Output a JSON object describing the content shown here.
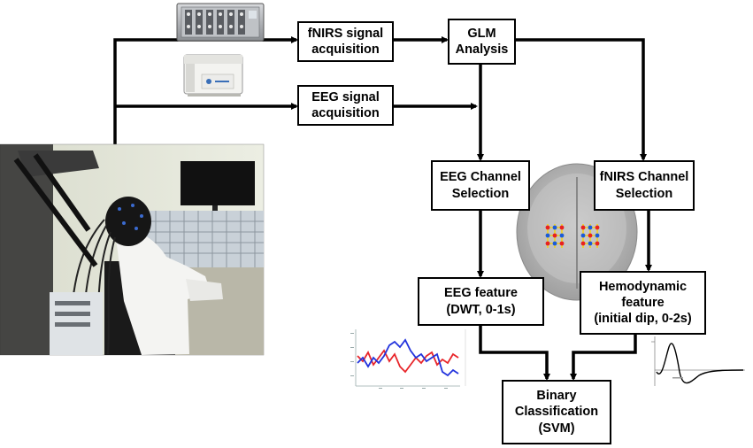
{
  "boxes": {
    "fnirs_acq": "fNIRS signal\nacquisition",
    "glm": "GLM\nAnalysis",
    "eeg_acq": "EEG signal\nacquisition",
    "eeg_channel": "EEG Channel\nSelection",
    "fnirs_channel": "fNIRS Channel\nSelection",
    "eeg_feature": "EEG feature\n(DWT, 0-1s)",
    "hemo_feature": "Hemodynamic\nfeature\n(initial dip, 0-2s)",
    "classification": "Binary\nClassification\n(SVM)"
  },
  "images": [
    "fnirs-device",
    "eeg-amplifier",
    "participant-photo",
    "brain-map",
    "eeg-signal-plot",
    "hemodynamic-response-plot"
  ],
  "colors": {
    "eeg_trace_red": "#e8252a",
    "eeg_trace_blue": "#2233dd",
    "brain_red": "#e82020",
    "brain_blue": "#1a5bd8",
    "brain_yellow": "#f2d21a"
  }
}
